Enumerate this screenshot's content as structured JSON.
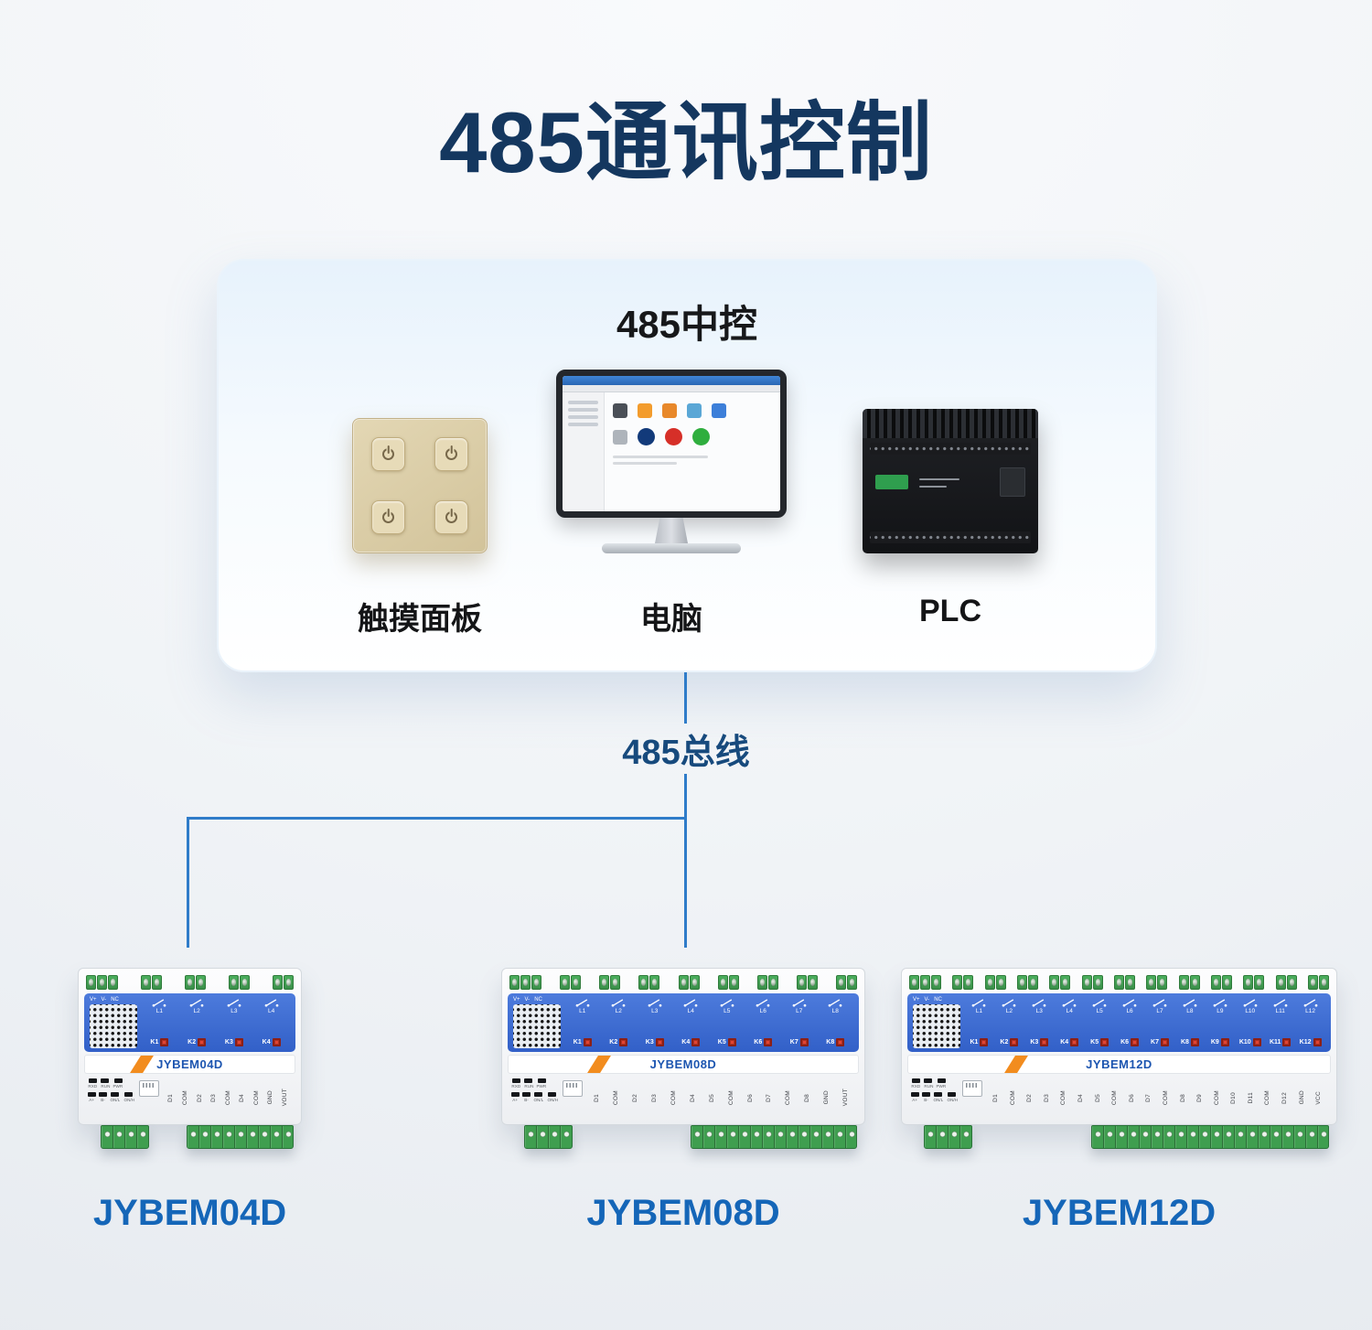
{
  "page": {
    "title": "485通讯控制",
    "bus_label": "485总线"
  },
  "colors": {
    "title_navy": "#14375f",
    "bus_line_blue": "#2f7cc9",
    "bus_text_blue": "#174a7d",
    "model_name_blue": "#1566b8",
    "panel_blue": "#3c6cd2",
    "relay_red": "#e04434",
    "terminal_green": "#3f9e4f",
    "stripe_orange": "#f28c1e",
    "touch_panel_beige": "#d8c9a3"
  },
  "control_card": {
    "title": "485中控",
    "devices": [
      {
        "id": "touch-panel",
        "label": "触摸面板"
      },
      {
        "id": "computer",
        "label": "电脑"
      },
      {
        "id": "plc",
        "label": "PLC"
      }
    ]
  },
  "modules": [
    {
      "model": "JYBEM04D",
      "k_labels": [
        "K1",
        "K2",
        "K3",
        "K4"
      ],
      "l_labels": [
        "L1",
        "L2",
        "L3",
        "L4"
      ],
      "power_labels": [
        "V+",
        "V-",
        "NC"
      ],
      "status_labels": [
        "RXD",
        "RUN",
        "PWR"
      ],
      "port_labels": [
        "A+",
        "B-",
        "ON/L",
        "ON/H"
      ],
      "pin_labels": [
        "D1",
        "COM",
        "D2",
        "D3",
        "COM",
        "D4",
        "COM",
        "GND",
        "VOUT"
      ]
    },
    {
      "model": "JYBEM08D",
      "k_labels": [
        "K1",
        "K2",
        "K3",
        "K4",
        "K5",
        "K6",
        "K7",
        "K8"
      ],
      "l_labels": [
        "L1",
        "L2",
        "L3",
        "L4",
        "L5",
        "L6",
        "L7",
        "L8"
      ],
      "power_labels": [
        "V+",
        "V-",
        "NC"
      ],
      "status_labels": [
        "RXD",
        "RUN",
        "PWR"
      ],
      "port_labels": [
        "A+",
        "B-",
        "ON/L",
        "ON/H"
      ],
      "pin_labels": [
        "D1",
        "COM",
        "D2",
        "D3",
        "COM",
        "D4",
        "D5",
        "COM",
        "D6",
        "D7",
        "COM",
        "D8",
        "GND",
        "VOUT"
      ]
    },
    {
      "model": "JYBEM12D",
      "k_labels": [
        "K1",
        "K2",
        "K3",
        "K4",
        "K5",
        "K6",
        "K7",
        "K8",
        "K9",
        "K10",
        "K11",
        "K12"
      ],
      "l_labels": [
        "L1",
        "L2",
        "L3",
        "L4",
        "L5",
        "L6",
        "L7",
        "L8",
        "L9",
        "L10",
        "L11",
        "L12"
      ],
      "power_labels": [
        "V+",
        "V-",
        "NC"
      ],
      "status_labels": [
        "RXD",
        "RUN",
        "PWR"
      ],
      "port_labels": [
        "A+",
        "B-",
        "ON/L",
        "ON/H"
      ],
      "pin_labels": [
        "D1",
        "COM",
        "D2",
        "D3",
        "COM",
        "D4",
        "D5",
        "COM",
        "D6",
        "D7",
        "COM",
        "D8",
        "D9",
        "COM",
        "D10",
        "D11",
        "COM",
        "D12",
        "GND",
        "VCC"
      ]
    }
  ]
}
